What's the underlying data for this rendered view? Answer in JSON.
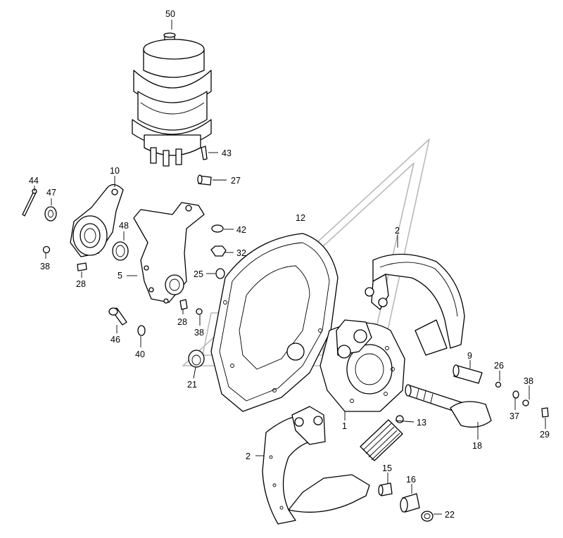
{
  "diagram": {
    "labels": {
      "p1": "1",
      "p2a": "2",
      "p2b": "2",
      "p5": "5",
      "p9": "9",
      "p10": "10",
      "p12": "12",
      "p13": "13",
      "p15": "15",
      "p16": "16",
      "p18": "18",
      "p21": "21",
      "p22": "22",
      "p25": "25",
      "p26": "26",
      "p27": "27",
      "p28a": "28",
      "p28b": "28",
      "p29": "29",
      "p32": "32",
      "p37": "37",
      "p38a": "38",
      "p38b": "38",
      "p38c": "38",
      "p40": "40",
      "p42": "42",
      "p43": "43",
      "p44": "44",
      "p46": "46",
      "p47": "47",
      "p48": "48",
      "p50": "50"
    }
  }
}
